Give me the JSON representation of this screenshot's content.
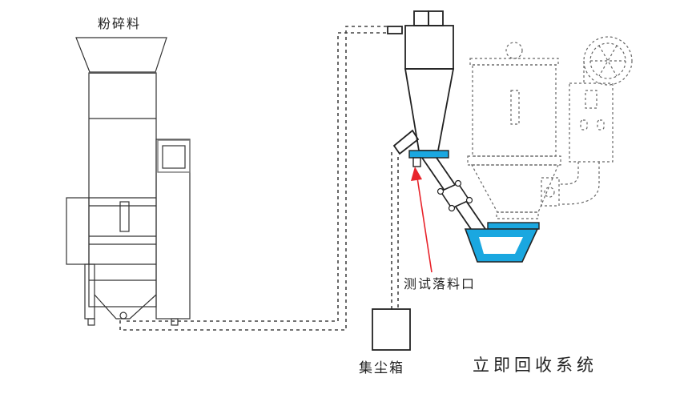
{
  "labels": {
    "crushed_material": "粉碎料",
    "test_outlet": "测试落料口",
    "dust_box": "集尘箱",
    "system_title": "立即回收系统"
  },
  "colors": {
    "accent_blue": "#1aa7e0",
    "arrow_red": "#e8242b",
    "line": "#333333",
    "dashed": "#444444"
  },
  "components": [
    {
      "id": "crusher",
      "label_key": "crushed_material"
    },
    {
      "id": "cyclone-separator"
    },
    {
      "id": "diagonal-feed-tube"
    },
    {
      "id": "collection-hopper"
    },
    {
      "id": "hopper-dryer"
    },
    {
      "id": "control-cabinet"
    },
    {
      "id": "blower-fan"
    },
    {
      "id": "dust-collector",
      "label_key": "dust_box"
    },
    {
      "id": "test-outlet",
      "label_key": "test_outlet"
    }
  ]
}
